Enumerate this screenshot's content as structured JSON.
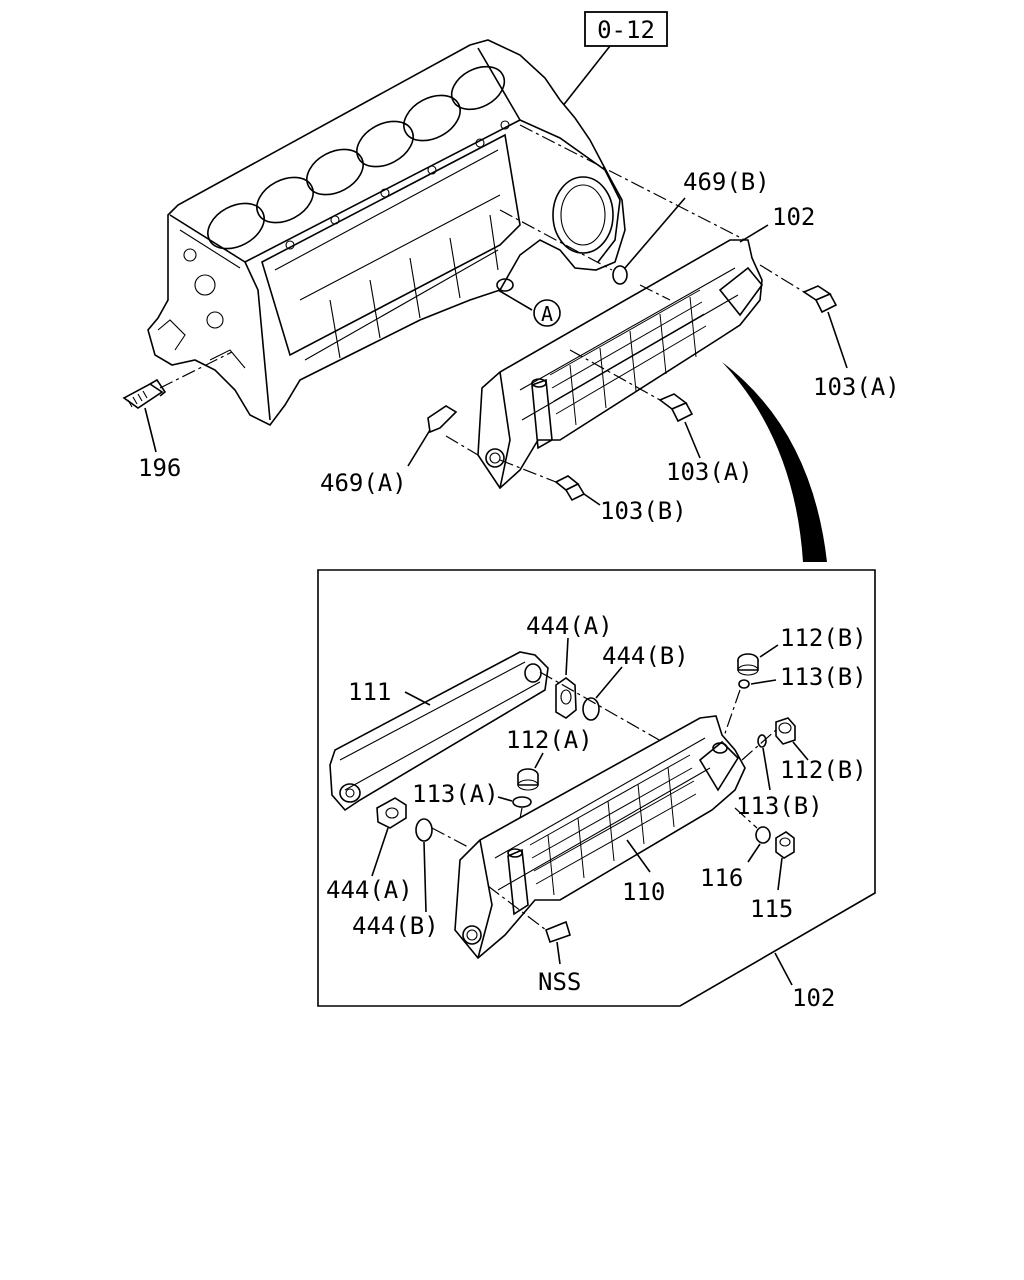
{
  "ref_box": "0-12",
  "labels": {
    "l469b": "469(B)",
    "l102_top": "102",
    "l103a_right": "103(A)",
    "l196": "196",
    "l469a": "469(A)",
    "l103a_mid": "103(A)",
    "l103b": "103(B)",
    "l_a_circle": "A",
    "l444a_top": "444(A)",
    "l444b_top": "444(B)",
    "l112b_top": "112(B)",
    "l113b_top": "113(B)",
    "l111": "111",
    "l112a": "112(A)",
    "l112b_mid": "112(B)",
    "l113a": "113(A)",
    "l113b_mid": "113(B)",
    "l116": "116",
    "l115": "115",
    "l110": "110",
    "l444a_bot": "444(A)",
    "l444b_bot": "444(B)",
    "lnss": "NSS",
    "l102_bot": "102"
  }
}
